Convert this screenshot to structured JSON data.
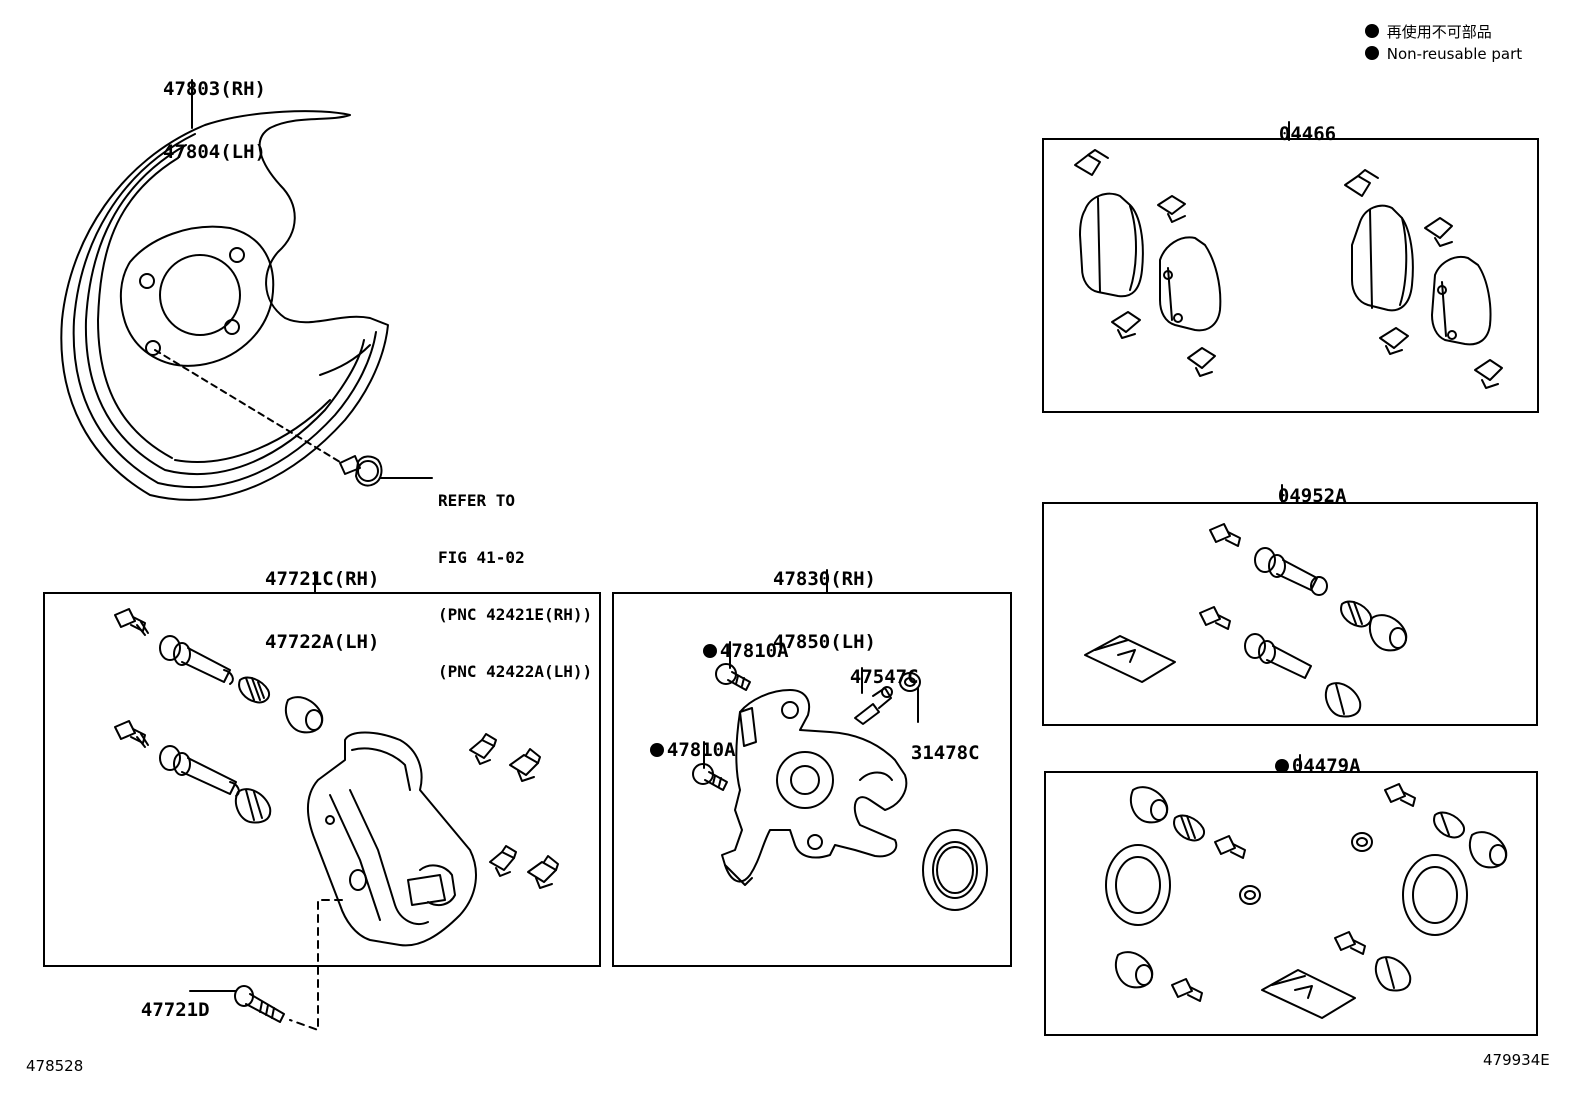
{
  "legend": {
    "items": [
      {
        "symbol": "filled-circle",
        "label": "再使用不可部品"
      },
      {
        "symbol": "filled-circle",
        "label": "Non-reusable part"
      }
    ]
  },
  "parts": {
    "dust_cover": {
      "line1": "47803(RH)",
      "line2": "47804(LH)"
    },
    "bolt_reference": {
      "line1": "REFER TO",
      "line2": "FIG 41-02",
      "line3": "(PNC 42421E(RH))",
      "line4": "(PNC 42422A(LH))"
    },
    "mounting_kit": {
      "line1": "47721C(RH)",
      "line2": "47722A(LH)"
    },
    "caliper_assembly": {
      "line1": "47830(RH)",
      "line2": "47850(LH)"
    },
    "caliper_bolt_upper": {
      "label": "47810A",
      "non_reusable": true
    },
    "caliper_bolt_lower": {
      "label": "47810A",
      "non_reusable": true
    },
    "bleeder_plug": {
      "label": "47547C"
    },
    "bleeder_cap": {
      "label": "31478C"
    },
    "mounting_bolt": {
      "label": "47721D"
    },
    "pad_kit": {
      "label": "04466"
    },
    "guide_pin_kit": {
      "label": "04952A"
    },
    "cylinder_kit": {
      "label": "04479A",
      "non_reusable": true
    }
  },
  "footer": {
    "left_code": "478528",
    "right_code": "479934E"
  }
}
